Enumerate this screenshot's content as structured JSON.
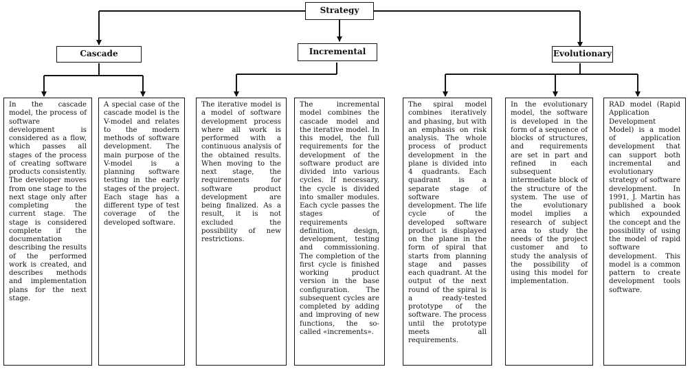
{
  "root": "Strategy",
  "groups": [
    {
      "label": "Cascade",
      "items": [
        "In the cascade model, the process of software development is considered as a flow, which passes all stages of the process of creating software products consistently. The developer moves from one stage to the next stage only after completing the current stage. The stage is considered complete if the documentation describing the results of the performed work is created, and describes methods and implementation plans for the next stage.",
        "A special case of the cascade model is the V-model and relates to the modern methods of software development. The main purpose of the V-model is a planning software testing in the early stages of the project. Each stage has a different type of test coverage of the developed software."
      ]
    },
    {
      "label": "Incremental",
      "items": [
        "The iterative model is a model of software development process where all work is performed with a continuous analysis of the obtained results. When moving to the next stage, the requirements for software product development are being finalized. As a result, it is not excluded the possibility of new restrictions.",
        "The incremental model combines the cascade model and the iterative model. In this model, the full requirements for the development of the software product are divided into various cycles. If necessary, the cycle is divided into smaller modules. Each cycle passes the stages of requirements definition, design, development, testing and commissioning. The completion of the first cycle is finished working product version in the base configuration. The subsequent cycles are completed by adding and improving of new functions, the so-called «increments»."
      ]
    },
    {
      "label": "Evolutionary",
      "items": [
        "The spiral model combines iteratively and phasing, but with an emphasis on risk analysis. The whole process of product development in the plane is divided into 4 quadrants. Each quadrant is a separate stage of software development. The life cycle of the developed software product is displayed on the plane in the form of spiral that starts from planning stage and passes each quadrant. At the output of the next round of the spiral is a ready-tested prototype of the software. The process until the prototype meets all requirements.",
        "In the evolutionary model, the software is developed in the form of a sequence of blocks of structures, and requirements are set in part and refined in each subsequent intermediate block of the structure of the system. The use of the evolutionary model implies a research of subject area to study the needs of the project customer and to study the analysis of the possibility of using this model for implementation.",
        "RAD model (Rapid Application Development Model) is a model of application development that can support both incremental and evolutionary strategy of software development. In 1991, J. Martin has published a book which expounded the concept and the possibility of using the model of rapid software development. This model is a common pattern to create development tools software."
      ]
    }
  ]
}
